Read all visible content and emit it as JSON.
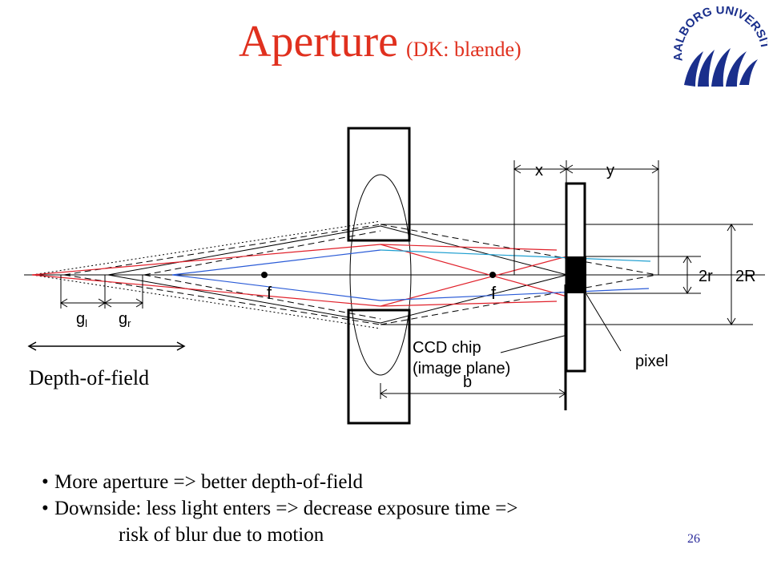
{
  "slide": {
    "title": "Aperture",
    "subtitle": "(DK: blænde)",
    "logo_text": "AALBORG UNIVERSITY",
    "page_number": "26"
  },
  "diagram": {
    "labels": {
      "x": "x",
      "y": "y",
      "two_r": "2r",
      "two_R": "2R",
      "f_left": "f",
      "f_right": "f",
      "g_l": "g",
      "g_l_sub": "l",
      "g_r": "g",
      "g_r_sub": "r",
      "ccd_line1": "CCD chip",
      "ccd_line2": "(image plane)",
      "b": "b",
      "pixel": "pixel"
    },
    "depth_of_field_label": "Depth-of-field",
    "colors": {
      "red_ray": "#e0202a",
      "blue_ray": "#2a5bd7",
      "lightblue_ray": "#1f9fd0",
      "title_red": "#e0301e",
      "logo_blue": "#1a2f8c"
    }
  },
  "bullets": [
    {
      "text": "More aperture => better depth-of-field"
    },
    {
      "text": "Downside: less light enters => decrease exposure time =>",
      "continuation": "risk of blur due to motion"
    }
  ]
}
